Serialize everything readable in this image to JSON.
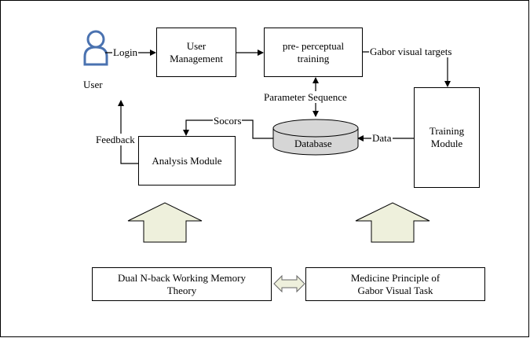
{
  "upper_panel": {
    "user": "User",
    "user_management": "User\nManagement",
    "pre_perceptual_training": "pre- perceptual\ntraining",
    "training_module": "Training\nModule",
    "analysis_module": "Analysis Module",
    "database": "Database",
    "edges": {
      "login": "Login",
      "gabor_visual_targets": "Gabor visual targets",
      "parameter_sequence": "Parameter Sequence",
      "socors": "Socors",
      "data": "Data",
      "feedback": "Feedback"
    }
  },
  "lower_panel": {
    "dual_nback": "Dual N-back Working Memory\nTheory",
    "gabor_principle": "Medicine  Principle of\nGabor Visual Task"
  },
  "colors": {
    "panel_fill": "#e8e8e8",
    "database_fill": "#d6d6d6",
    "user_icon": "#4a72b0",
    "block_arrow_fill": "#eef0dc"
  }
}
